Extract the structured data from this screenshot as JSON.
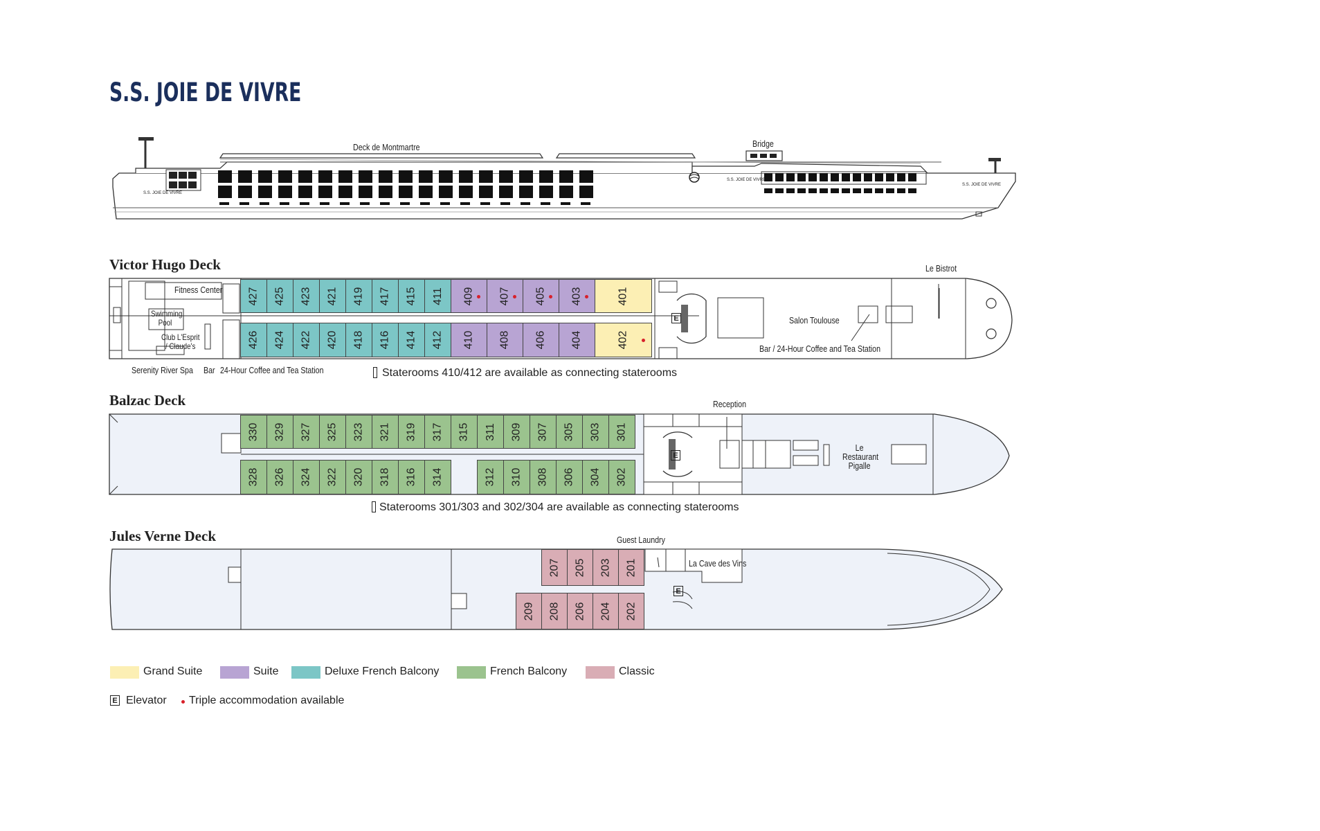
{
  "title": "S.S. JOIE DE VIVRE",
  "ship_profile": {
    "labels": {
      "deck": "Deck de Montmartre",
      "bridge": "Bridge"
    },
    "hull_name": "S.S. JOIE DE VIVRE"
  },
  "colors": {
    "grand_suite": "#fcefb4",
    "suite": "#b8a4d3",
    "deluxe_french_balcony": "#7cc6c6",
    "french_balcony": "#9bc38e",
    "classic": "#d9adb5",
    "deck_fill": "#eef2f9",
    "triple_dot": "#d8202a"
  },
  "decks": {
    "victor_hugo": {
      "name": "Victor Hugo Deck",
      "labels": {
        "fitness": "Fitness Center",
        "pool": "Swimming Pool",
        "club": "Club L'Esprit / Claude's",
        "spa": "Serenity River Spa",
        "bar": "Bar",
        "coffee": "24-Hour Coffee and Tea Station",
        "salon": "Salon Toulouse",
        "bar_coffee": "Bar / 24-Hour Coffee and Tea Station",
        "bistrot": "Le Bistrot"
      },
      "note": "Staterooms 410/412 are available as connecting staterooms",
      "top_row": [
        {
          "n": "427",
          "cat": "deluxe_french_balcony"
        },
        {
          "n": "425",
          "cat": "deluxe_french_balcony"
        },
        {
          "n": "423",
          "cat": "deluxe_french_balcony"
        },
        {
          "n": "421",
          "cat": "deluxe_french_balcony"
        },
        {
          "n": "419",
          "cat": "deluxe_french_balcony"
        },
        {
          "n": "417",
          "cat": "deluxe_french_balcony"
        },
        {
          "n": "415",
          "cat": "deluxe_french_balcony"
        },
        {
          "n": "411",
          "cat": "deluxe_french_balcony"
        },
        {
          "n": "409",
          "cat": "suite",
          "triple": true
        },
        {
          "n": "407",
          "cat": "suite",
          "triple": true
        },
        {
          "n": "405",
          "cat": "suite",
          "triple": true
        },
        {
          "n": "403",
          "cat": "suite",
          "triple": true
        },
        {
          "n": "401",
          "cat": "grand_suite"
        }
      ],
      "bottom_row": [
        {
          "n": "426",
          "cat": "deluxe_french_balcony"
        },
        {
          "n": "424",
          "cat": "deluxe_french_balcony"
        },
        {
          "n": "422",
          "cat": "deluxe_french_balcony"
        },
        {
          "n": "420",
          "cat": "deluxe_french_balcony"
        },
        {
          "n": "418",
          "cat": "deluxe_french_balcony"
        },
        {
          "n": "416",
          "cat": "deluxe_french_balcony"
        },
        {
          "n": "414",
          "cat": "deluxe_french_balcony"
        },
        {
          "n": "412",
          "cat": "deluxe_french_balcony"
        },
        {
          "n": "410",
          "cat": "suite"
        },
        {
          "n": "408",
          "cat": "suite"
        },
        {
          "n": "406",
          "cat": "suite"
        },
        {
          "n": "404",
          "cat": "suite"
        },
        {
          "n": "402",
          "cat": "grand_suite",
          "triple": true
        }
      ]
    },
    "balzac": {
      "name": "Balzac Deck",
      "labels": {
        "reception": "Reception",
        "restaurant": "Le Restaurant Pigalle"
      },
      "note": "Staterooms 301/303 and 302/304 are available as connecting staterooms",
      "top_row": [
        "330",
        "329",
        "327",
        "325",
        "323",
        "321",
        "319",
        "317",
        "315",
        "311",
        "309",
        "307",
        "305",
        "303",
        "301"
      ],
      "bottom_row": [
        "328",
        "326",
        "324",
        "322",
        "320",
        "318",
        "316",
        "314",
        "",
        "312",
        "310",
        "308",
        "306",
        "304",
        "302"
      ]
    },
    "jules_verne": {
      "name": "Jules Verne Deck",
      "labels": {
        "laundry": "Guest Laundry",
        "cave": "La Cave des Vins"
      },
      "top_row": [
        "207",
        "205",
        "203",
        "201"
      ],
      "bottom_row": [
        "209",
        "208",
        "206",
        "204",
        "202"
      ]
    }
  },
  "legend": {
    "items": [
      {
        "label": "Grand Suite",
        "cat": "grand_suite"
      },
      {
        "label": "Suite",
        "cat": "suite"
      },
      {
        "label": "Deluxe French Balcony",
        "cat": "deluxe_french_balcony"
      },
      {
        "label": "French Balcony",
        "cat": "french_balcony"
      },
      {
        "label": "Classic",
        "cat": "classic"
      }
    ],
    "elevator_glyph": "E",
    "elevator": "Elevator",
    "triple": "Triple accommodation available"
  }
}
